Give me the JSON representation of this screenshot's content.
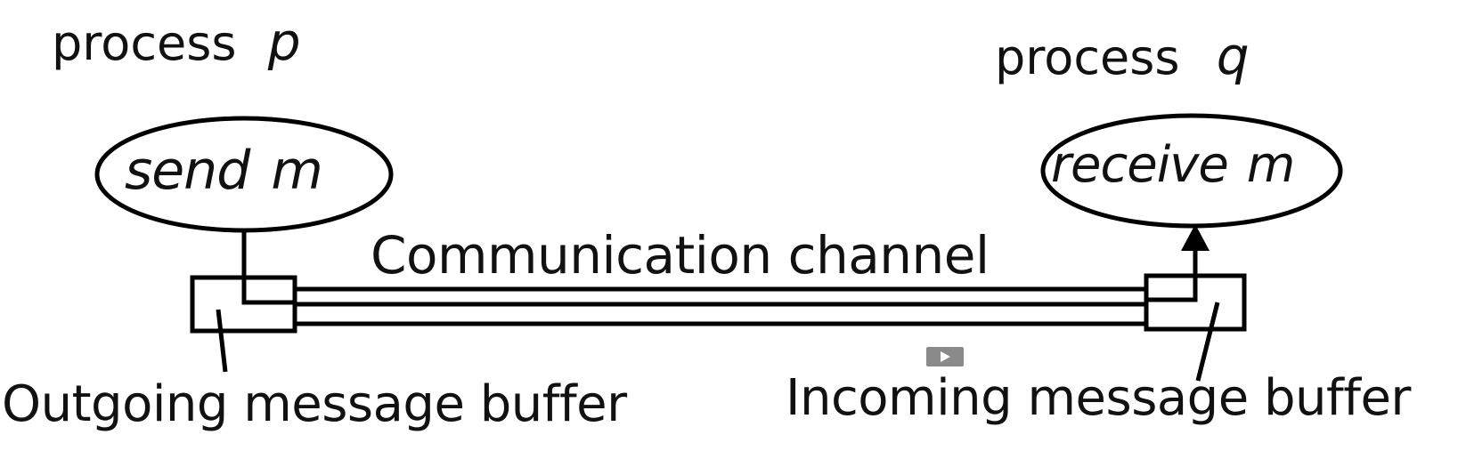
{
  "process_p": {
    "word": "process",
    "var": "p"
  },
  "process_q": {
    "word": "process",
    "var": "q"
  },
  "send_node": {
    "verb": "send",
    "arg": "m"
  },
  "receive_node": {
    "verb": "receive",
    "arg": "m"
  },
  "channel": {
    "label": "Communication channel"
  },
  "outgoing_buffer": {
    "label": "Outgoing message buffer"
  },
  "incoming_buffer": {
    "label": "Incoming message buffer"
  },
  "media": {
    "play_icon": "play-icon"
  },
  "colors": {
    "stroke": "#000000",
    "text": "#111111",
    "play_bg": "#8a8a8a"
  }
}
